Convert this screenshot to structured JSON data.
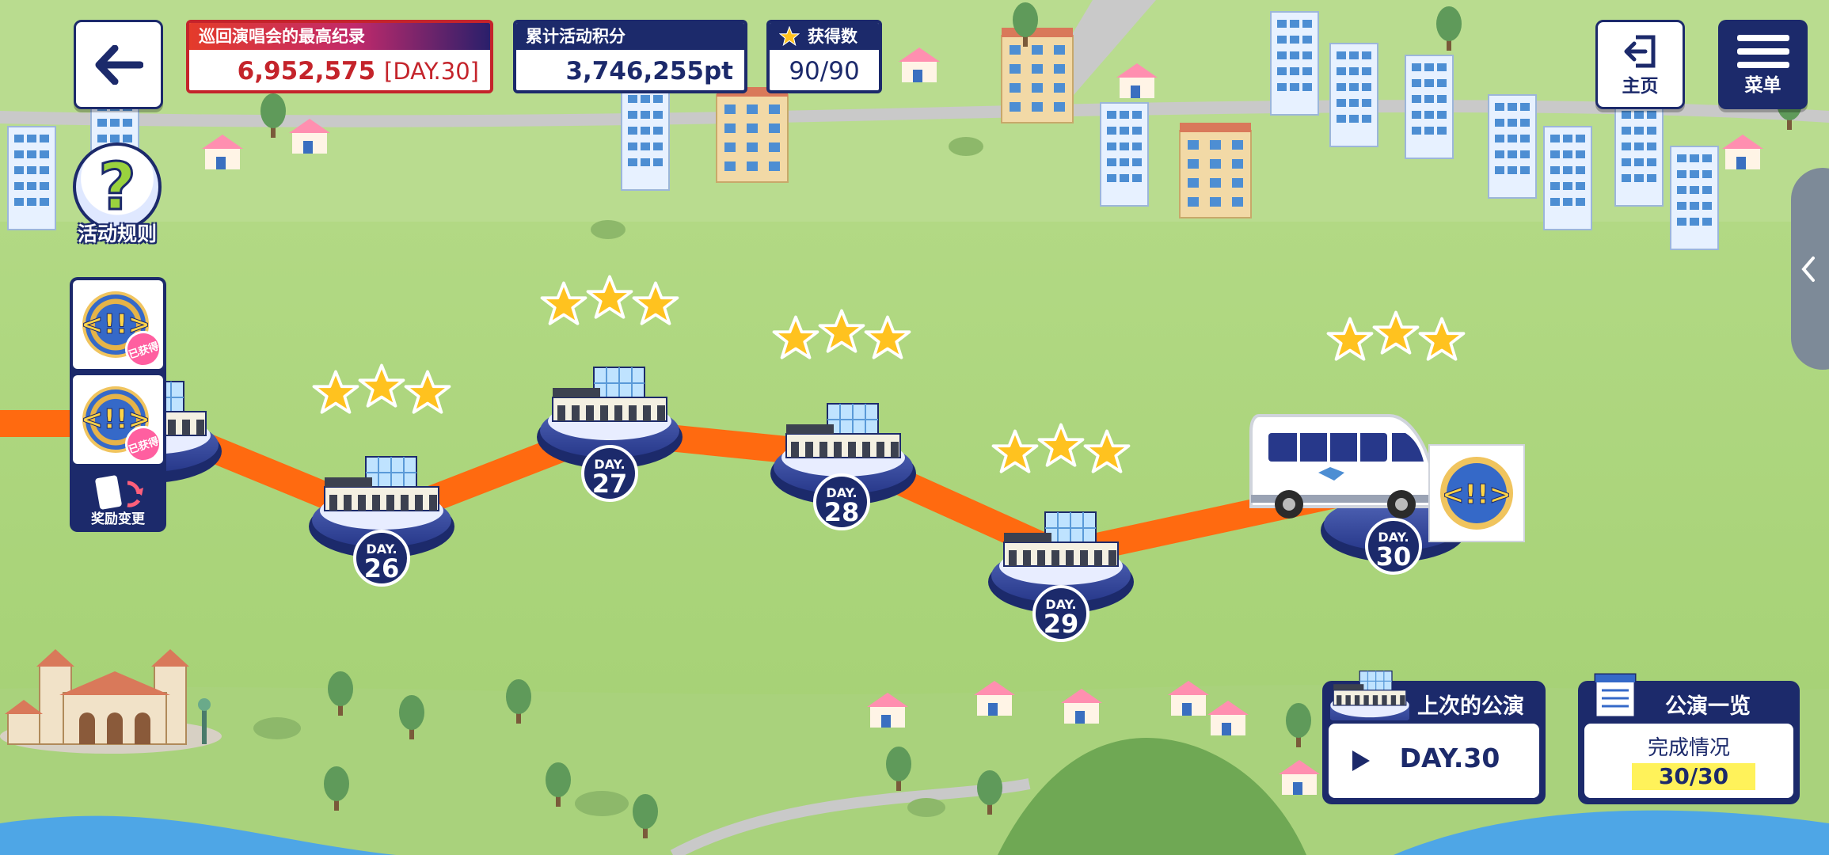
{
  "hud": {
    "best_record_title": "巡回演唱会的最高纪录",
    "best_record_value": "6,952,575",
    "best_record_day": "[DAY.30]",
    "points_title": "累计活动积分",
    "points_value": "3,746,255pt",
    "stars_title": "获得数",
    "stars_value": "90/90"
  },
  "top_right": {
    "home_label": "主页",
    "menu_label": "菜单"
  },
  "left_side": {
    "rules_label": "活动规则",
    "rules_glyph": "?",
    "medal_glyph": "<!!>",
    "stamp_label": "已获得",
    "reward_change_label": "奖励变更"
  },
  "stages": [
    {
      "day_label": "DAY.",
      "day_num": "26",
      "stars": 3
    },
    {
      "day_label": "DAY.",
      "day_num": "27",
      "stars": 3
    },
    {
      "day_label": "DAY.",
      "day_num": "28",
      "stars": 3
    },
    {
      "day_label": "DAY.",
      "day_num": "29",
      "stars": 3
    },
    {
      "day_label": "DAY.",
      "day_num": "30",
      "stars": 3
    }
  ],
  "last_performance": {
    "title": "上次的公演",
    "day": "DAY.30"
  },
  "performance_list": {
    "title": "公演一览",
    "completion_label": "完成情况",
    "completion_value": "30/30"
  },
  "colors": {
    "navy": "#1c2a6b",
    "route": "#ff6a10",
    "star": "#ffc21f",
    "grass": "#a8d37a",
    "highlight": "#fff25a"
  }
}
